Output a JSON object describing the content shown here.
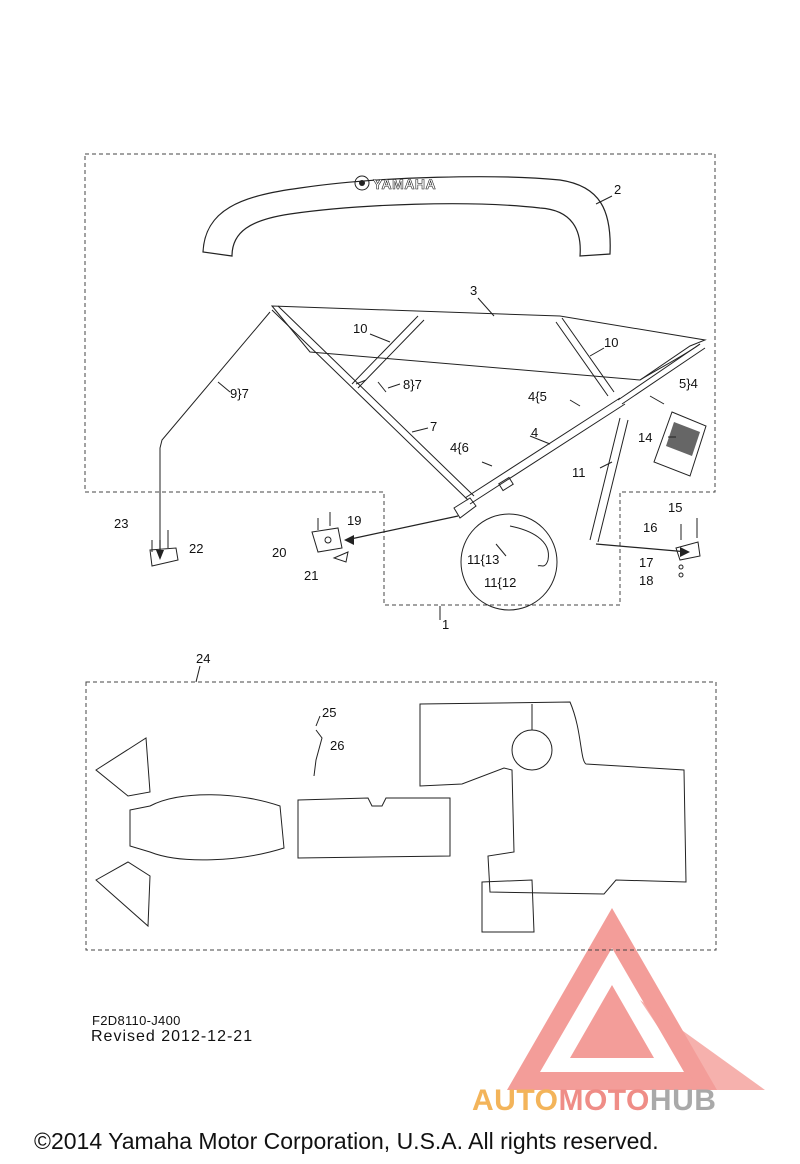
{
  "diagram": {
    "brand_text": "YAMAHA",
    "callouts": {
      "c1": "1",
      "c2": "2",
      "c3": "3",
      "c4": "4",
      "c4a": "4{5",
      "c4b": "4{6",
      "c5": "5}4",
      "c7": "7",
      "c8": "8}7",
      "c9": "9}7",
      "c10a": "10",
      "c10b": "10",
      "c11": "11",
      "c11a": "11{13",
      "c11b": "11{12",
      "c14": "14",
      "c15": "15",
      "c16": "16",
      "c17": "17",
      "c18": "18",
      "c19": "19",
      "c20": "20",
      "c21": "21",
      "c22": "22",
      "c23": "23",
      "c24": "24",
      "c25": "25",
      "c26": "26"
    }
  },
  "footer": {
    "part_code": "F2D8110-J400",
    "revised": "Revised 2012-12-21",
    "copyright": "©2014 Yamaha Motor Corporation, U.S.A. All rights reserved."
  },
  "watermark": {
    "part1": "AUTO",
    "part2": "MOTO",
    "part3": "HUB",
    "colors": {
      "auto": "#f3b45a",
      "moto": "#ef8d87",
      "hub": "#a9a9a9",
      "triangle": "#f07d77"
    }
  }
}
